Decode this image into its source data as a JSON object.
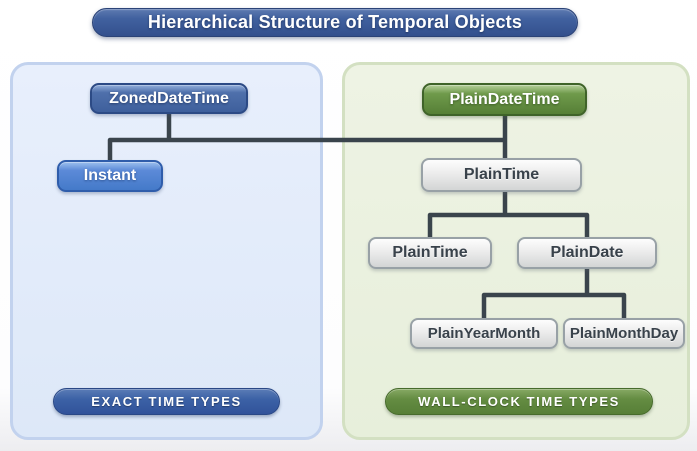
{
  "title": "Hierarchical Structure of Temporal Objects",
  "panels": {
    "exact": {
      "badge": "EXACT TIME TYPES"
    },
    "wall_clock": {
      "badge": "WALL-CLOCK TIME TYPES"
    }
  },
  "nodes": {
    "zoned_datetime": {
      "label": "ZonedDateTime"
    },
    "instant": {
      "label": "Instant"
    },
    "plain_datetime": {
      "label": "PlainDateTime"
    },
    "plain_time_mid": {
      "label": "PlainTime"
    },
    "plain_time": {
      "label": "PlainTime"
    },
    "plain_date": {
      "label": "PlainDate"
    },
    "plain_year_month": {
      "label": "PlainYearMonth"
    },
    "plain_month_day": {
      "label": "PlainMonthDay"
    }
  },
  "edges": [
    [
      "zoned_datetime",
      "instant"
    ],
    [
      "zoned_datetime",
      "plain_time_mid"
    ],
    [
      "plain_datetime",
      "plain_time_mid"
    ],
    [
      "plain_time_mid",
      "plain_time"
    ],
    [
      "plain_time_mid",
      "plain_date"
    ],
    [
      "plain_date",
      "plain_year_month"
    ],
    [
      "plain_date",
      "plain_month_day"
    ]
  ],
  "colors": {
    "title_bar": "#3a5a98",
    "blue_node": "#3e5f9c",
    "light_blue_node": "#447ac9",
    "green_node": "#567f36",
    "gray_node": "#d3d5d5",
    "connector": "#3a444c",
    "panel_blue_bg": "#dde8f8",
    "panel_green_bg": "#e7efdb",
    "exact_badge": "#31529a",
    "wall_clock_badge": "#577f37"
  }
}
